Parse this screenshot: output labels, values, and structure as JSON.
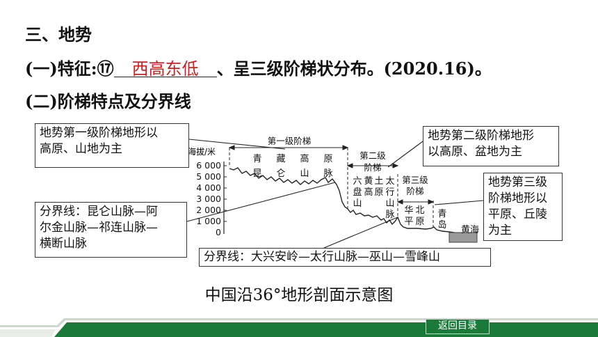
{
  "heading1": "三、地势",
  "heading2": {
    "prefix": "(一)特征:⑰",
    "answer": "西高东低",
    "suffix": "、呈三级阶梯状分布。(2020.16)。"
  },
  "heading3": "(二)阶梯特点及分界线",
  "callouts": {
    "step1": [
      "地势第一级阶梯地形以",
      "高原、山地为主"
    ],
    "step2": [
      "地势第二级阶梯地形",
      "以高原、盆地为主"
    ],
    "step3": [
      "地势第三级",
      "阶梯地形以",
      "平原、丘陵",
      "为主"
    ],
    "boundary1": [
      "分界线：昆仑山脉—阿",
      "尔金山脉—祁连山脉—",
      "横断山脉"
    ],
    "boundary2": "分界线：大兴安岭—太行山脉—巫山—雪峰山"
  },
  "chart": {
    "y_axis_label": "海拔/米",
    "y_ticks": [
      "6 000",
      "5 000",
      "4 000",
      "3 000",
      "2 000",
      "1 000",
      "0"
    ],
    "step_labels": {
      "first": "第一级阶梯",
      "second": [
        "第二级",
        "阶梯"
      ],
      "third": [
        "第三级",
        "阶梯"
      ]
    },
    "regions": {
      "qingzang": [
        "青",
        "藏",
        "高",
        "原"
      ],
      "kunlun": [
        "昆",
        "仑",
        "山",
        "脉"
      ],
      "liupanshan": [
        "六",
        "盘",
        "山"
      ],
      "huangtu": [
        "黄",
        "土",
        "高",
        "原"
      ],
      "taihang": [
        "太",
        "行",
        "山",
        "脉"
      ],
      "huabei": [
        "华",
        "北",
        "平",
        "原"
      ],
      "qingdao": [
        "青",
        "岛"
      ],
      "huanghai": "黄海"
    }
  },
  "caption": "中国沿36°地形剖面示意图",
  "footer": {
    "back_label": "返回目录",
    "accent": "#1a7a3a"
  }
}
